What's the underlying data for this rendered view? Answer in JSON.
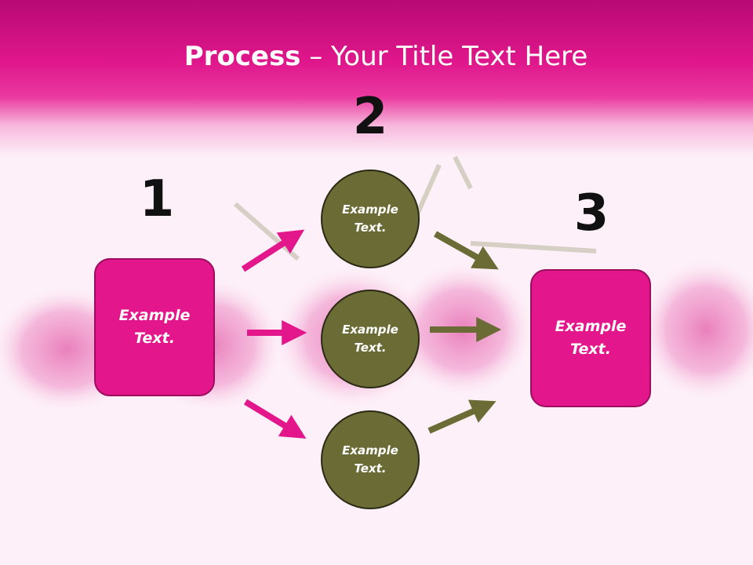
{
  "title": {
    "bold": "Process",
    "rest": " – Your Title Text Here"
  },
  "steps": {
    "one": "1",
    "two": "2",
    "three": "3"
  },
  "left_box": {
    "text": "Example\nText."
  },
  "circles": [
    {
      "text": "Example\nText."
    },
    {
      "text": "Example\nText."
    },
    {
      "text": "Example\nText."
    }
  ],
  "right_box": {
    "text": "Example\nText."
  },
  "colors": {
    "header": "#e0178c",
    "box_fill": "#e4168c",
    "circle_fill": "#6b6b36",
    "pink_arrow": "#e4168c",
    "olive_arrow": "#6b6b36"
  },
  "background_image": "carnation-flowers"
}
